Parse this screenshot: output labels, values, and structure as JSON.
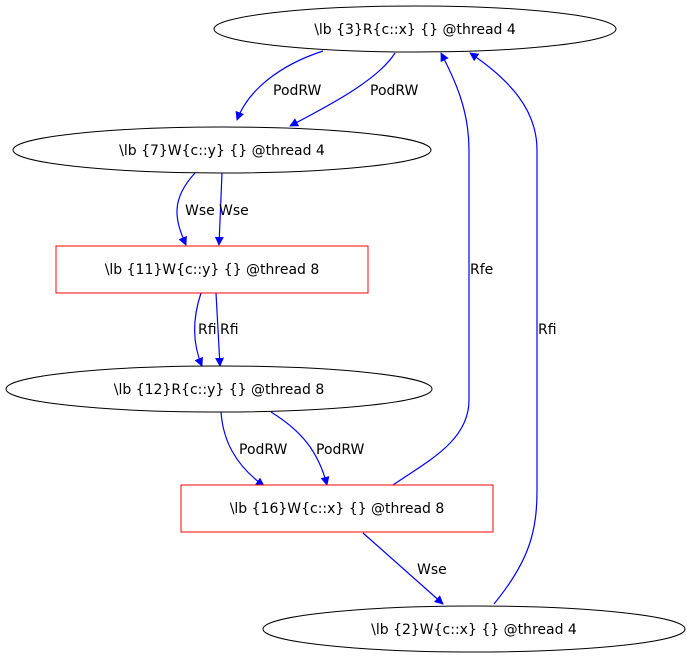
{
  "graph": {
    "edge_color": "#0000ff",
    "ellipse_border_color": "#000000",
    "box_border_color": "#ff0000",
    "nodes": [
      {
        "id": "n3",
        "label": "\\lb {3}R{c::x} {} @thread 4",
        "shape": "ellipse"
      },
      {
        "id": "n7",
        "label": "\\lb {7}W{c::y} {} @thread 4",
        "shape": "ellipse"
      },
      {
        "id": "n11",
        "label": "\\lb {11}W{c::y} {} @thread 8",
        "shape": "box"
      },
      {
        "id": "n12",
        "label": "\\lb {12}R{c::y} {} @thread 8",
        "shape": "ellipse"
      },
      {
        "id": "n16",
        "label": "\\lb {16}W{c::x} {} @thread 8",
        "shape": "box"
      },
      {
        "id": "n2",
        "label": "\\lb {2}W{c::x} {} @thread 4",
        "shape": "ellipse"
      }
    ],
    "edges": [
      {
        "from": "n3",
        "to": "n7",
        "label": "PodRW"
      },
      {
        "from": "n3",
        "to": "n7",
        "label": "PodRW"
      },
      {
        "from": "n7",
        "to": "n11",
        "label": "Wse"
      },
      {
        "from": "n7",
        "to": "n11",
        "label": "Wse"
      },
      {
        "from": "n11",
        "to": "n12",
        "label": "Rfi"
      },
      {
        "from": "n11",
        "to": "n12",
        "label": "Rfi"
      },
      {
        "from": "n12",
        "to": "n16",
        "label": "PodRW"
      },
      {
        "from": "n12",
        "to": "n16",
        "label": "PodRW"
      },
      {
        "from": "n16",
        "to": "n3",
        "label": "Rfe"
      },
      {
        "from": "n16",
        "to": "n2",
        "label": "Wse"
      },
      {
        "from": "n2",
        "to": "n3",
        "label": "Rfi"
      }
    ]
  }
}
